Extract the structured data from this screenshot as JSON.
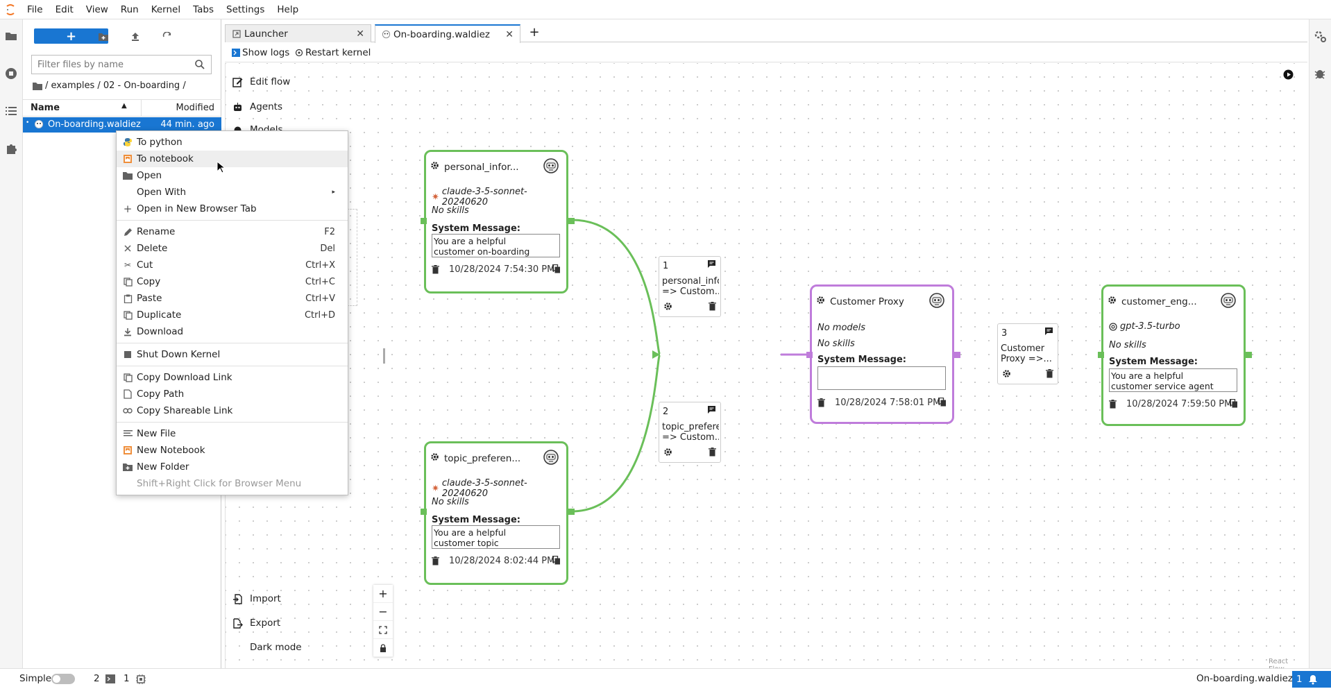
{
  "menubar": {
    "items": [
      "File",
      "Edit",
      "View",
      "Run",
      "Kernel",
      "Tabs",
      "Settings",
      "Help"
    ]
  },
  "filebrowser": {
    "filter_placeholder": "Filter files by name",
    "breadcrumb": "/ examples / 02 - On-boarding /",
    "columns": {
      "name": "Name",
      "modified": "Modified"
    },
    "files": [
      {
        "name": "On-boarding.waldiez",
        "modified": "44 min. ago"
      }
    ]
  },
  "context_menu": {
    "items": [
      {
        "label": "To python",
        "shortcut": "",
        "icon": "python-icon"
      },
      {
        "label": "To notebook",
        "shortcut": "",
        "icon": "notebook-icon"
      },
      {
        "label": "Open",
        "shortcut": "",
        "icon": "folder-icon"
      },
      {
        "label": "Open With",
        "shortcut": "",
        "icon": "submenu-icon"
      },
      {
        "label": "Open in New Browser Tab",
        "shortcut": "",
        "icon": "plus-icon"
      },
      {
        "label": "Rename",
        "shortcut": "F2",
        "icon": "pencil-icon"
      },
      {
        "label": "Delete",
        "shortcut": "Del",
        "icon": "close-icon"
      },
      {
        "label": "Cut",
        "shortcut": "Ctrl+X",
        "icon": "scissors-icon"
      },
      {
        "label": "Copy",
        "shortcut": "Ctrl+C",
        "icon": "copy-icon"
      },
      {
        "label": "Paste",
        "shortcut": "Ctrl+V",
        "icon": "paste-icon"
      },
      {
        "label": "Duplicate",
        "shortcut": "Ctrl+D",
        "icon": "duplicate-icon"
      },
      {
        "label": "Download",
        "shortcut": "",
        "icon": "download-icon"
      },
      {
        "label": "Shut Down Kernel",
        "shortcut": "",
        "icon": "stop-icon"
      },
      {
        "label": "Copy Download Link",
        "shortcut": "",
        "icon": "copy-icon"
      },
      {
        "label": "Copy Path",
        "shortcut": "",
        "icon": "file-icon"
      },
      {
        "label": "Copy Shareable Link",
        "shortcut": "",
        "icon": "link-icon"
      },
      {
        "label": "New File",
        "shortcut": "",
        "icon": "text-file-icon"
      },
      {
        "label": "New Notebook",
        "shortcut": "",
        "icon": "notebook-icon"
      },
      {
        "label": "New Folder",
        "shortcut": "",
        "icon": "new-folder-icon"
      },
      {
        "label": "Shift+Right Click for Browser Menu",
        "shortcut": "",
        "icon": ""
      }
    ]
  },
  "tabs": [
    {
      "label": "Launcher"
    },
    {
      "label": "On-boarding.waldiez"
    }
  ],
  "toolbar": {
    "show_logs": "Show logs",
    "restart_kernel": "Restart kernel"
  },
  "flow_sidebar": {
    "edit_flow": "Edit flow",
    "agents": "Agents",
    "models": "Models",
    "import": "Import",
    "export": "Export",
    "dark_mode": "Dark mode"
  },
  "nodes": {
    "personal": {
      "title": "personal_infor...",
      "model": "claude-3-5-sonnet-20240620",
      "skills": "No skills",
      "system_label": "System Message:",
      "message": "You are a helpful customer on-boarding agent, you are",
      "date": "10/28/2024 7:54:30 PM"
    },
    "topic": {
      "title": "topic_preferen...",
      "model": "claude-3-5-sonnet-20240620",
      "skills": "No skills",
      "system_label": "System Message:",
      "message": "You are a helpful customer topic preference agent, you",
      "date": "10/28/2024 8:02:44 PM"
    },
    "proxy": {
      "title": "Customer Proxy",
      "model": "No models",
      "skills": "No skills",
      "system_label": "System Message:",
      "message": "",
      "date": "10/28/2024 7:58:01 PM"
    },
    "engagement": {
      "title": "customer_eng...",
      "model": "gpt-3.5-turbo",
      "skills": "No skills",
      "system_label": "System Message:",
      "message": "You are a helpful customer service agent here to",
      "date": "10/28/2024 7:59:50 PM"
    }
  },
  "edges": [
    {
      "num": "1",
      "line1": "personal_infor",
      "line2": "=> Custom..."
    },
    {
      "num": "2",
      "line1": "topic_preferer",
      "line2": "=> Custom..."
    },
    {
      "num": "3",
      "line1": "Customer",
      "line2": "Proxy =>..."
    }
  ],
  "attribution": "React Flow",
  "statusbar": {
    "mode": "Simple",
    "terminals": "2",
    "kernels": "1",
    "document": "On-boarding.waldiez",
    "notifications": "1"
  },
  "colors": {
    "accent": "#1976d2",
    "agent_border": "#6abf59",
    "manager_border": "#bf7cdb"
  }
}
